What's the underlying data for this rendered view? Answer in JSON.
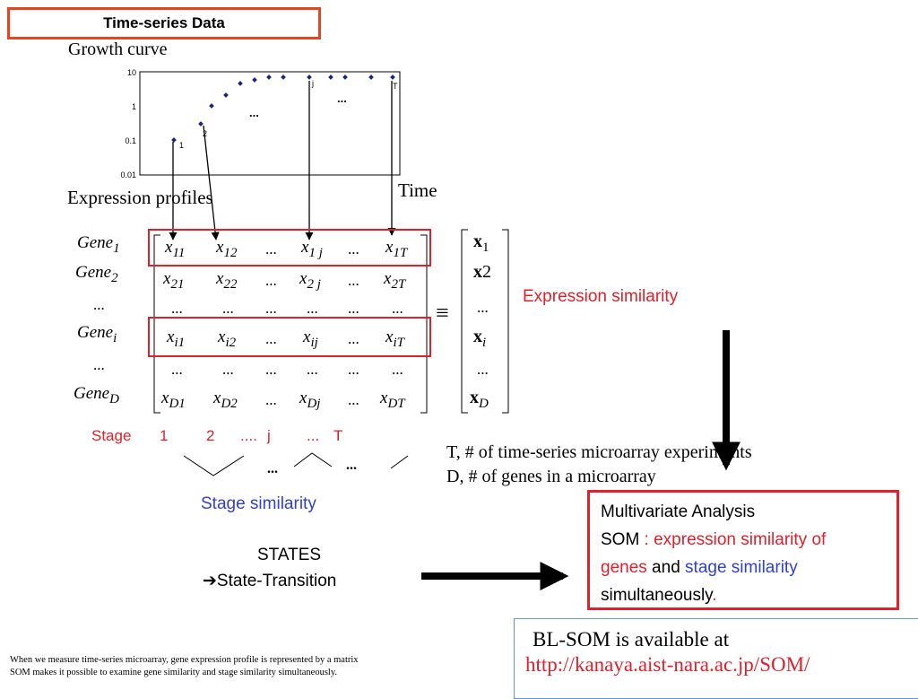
{
  "title": "Time-series Data",
  "growth_curve_label": "Growth curve",
  "expression_profiles_label": "Expression profiles",
  "time_label": "Time",
  "chart": {
    "y_ticks": [
      "10",
      "1",
      "0.1",
      "0.01"
    ],
    "point_labels": [
      "1",
      "2",
      "j",
      "T"
    ],
    "ellipsis_1": "...",
    "ellipsis_2": "..."
  },
  "genes": {
    "g1": {
      "base": "Gene",
      "sub": "1"
    },
    "g2": {
      "base": "Gene",
      "sub": "2"
    },
    "gdots": "...",
    "gi": {
      "base": "Gene",
      "sub": "i"
    },
    "gdots2": "...",
    "gD": {
      "base": "Gene",
      "sub": "D"
    }
  },
  "matrix": {
    "r1": {
      "c1": "11",
      "c2": "12",
      "c4": "1 j",
      "c6": "1T"
    },
    "r2": {
      "c1": "21",
      "c2": "22",
      "c4": "2 j",
      "c6": "2T"
    },
    "ri": {
      "c1": "i1",
      "c2": "i2",
      "c4": "ij",
      "c6": "iT"
    },
    "rD": {
      "c1": "D1",
      "c2": "D2",
      "c4": "Dj",
      "c6": "DT"
    },
    "var": "x",
    "dots": "..."
  },
  "equiv_symbol": "≡",
  "vector": {
    "base": "x",
    "s1": "1",
    "s2": "2",
    "si": "i",
    "sD": "D",
    "dots": "..."
  },
  "expression_similarity": "Expression similarity",
  "stage_row": {
    "label": "Stage",
    "s1": "1",
    "s2": "2",
    "s3": "....",
    "sj": "j",
    "s5": "...",
    "sT": "T"
  },
  "wave_ellipsis_1": "...",
  "wave_ellipsis_2": "...",
  "t_note": "T, # of time-series microarray experiments",
  "d_note": "D, # of genes in a microarray",
  "stage_similarity": "Stage similarity",
  "states": "STATES",
  "state_transition": "➔State-Transition",
  "mv_box": {
    "line1": "Multivariate Analysis",
    "som": "SOM",
    "colon_part": " : expression similarity of",
    "genes": "genes",
    "and": " and ",
    "stage_sim": "stage similarity",
    "simultaneously": "simultaneously",
    "period": "."
  },
  "footer": {
    "line1": "When we measure time-series microarray, gene expression profile is represented by a matrix",
    "line2": "SOM makes it possible to examine gene similarity and stage similarity simultaneously."
  },
  "bl_som": {
    "text": "BL-SOM  is available at",
    "url": "http://kanaya.aist-nara.ac.jp/SOM/"
  },
  "colors": {
    "red": "#e0202a",
    "blue": "#2f3fd0",
    "title_border": "#e8441f",
    "marker": "#1a237e"
  }
}
